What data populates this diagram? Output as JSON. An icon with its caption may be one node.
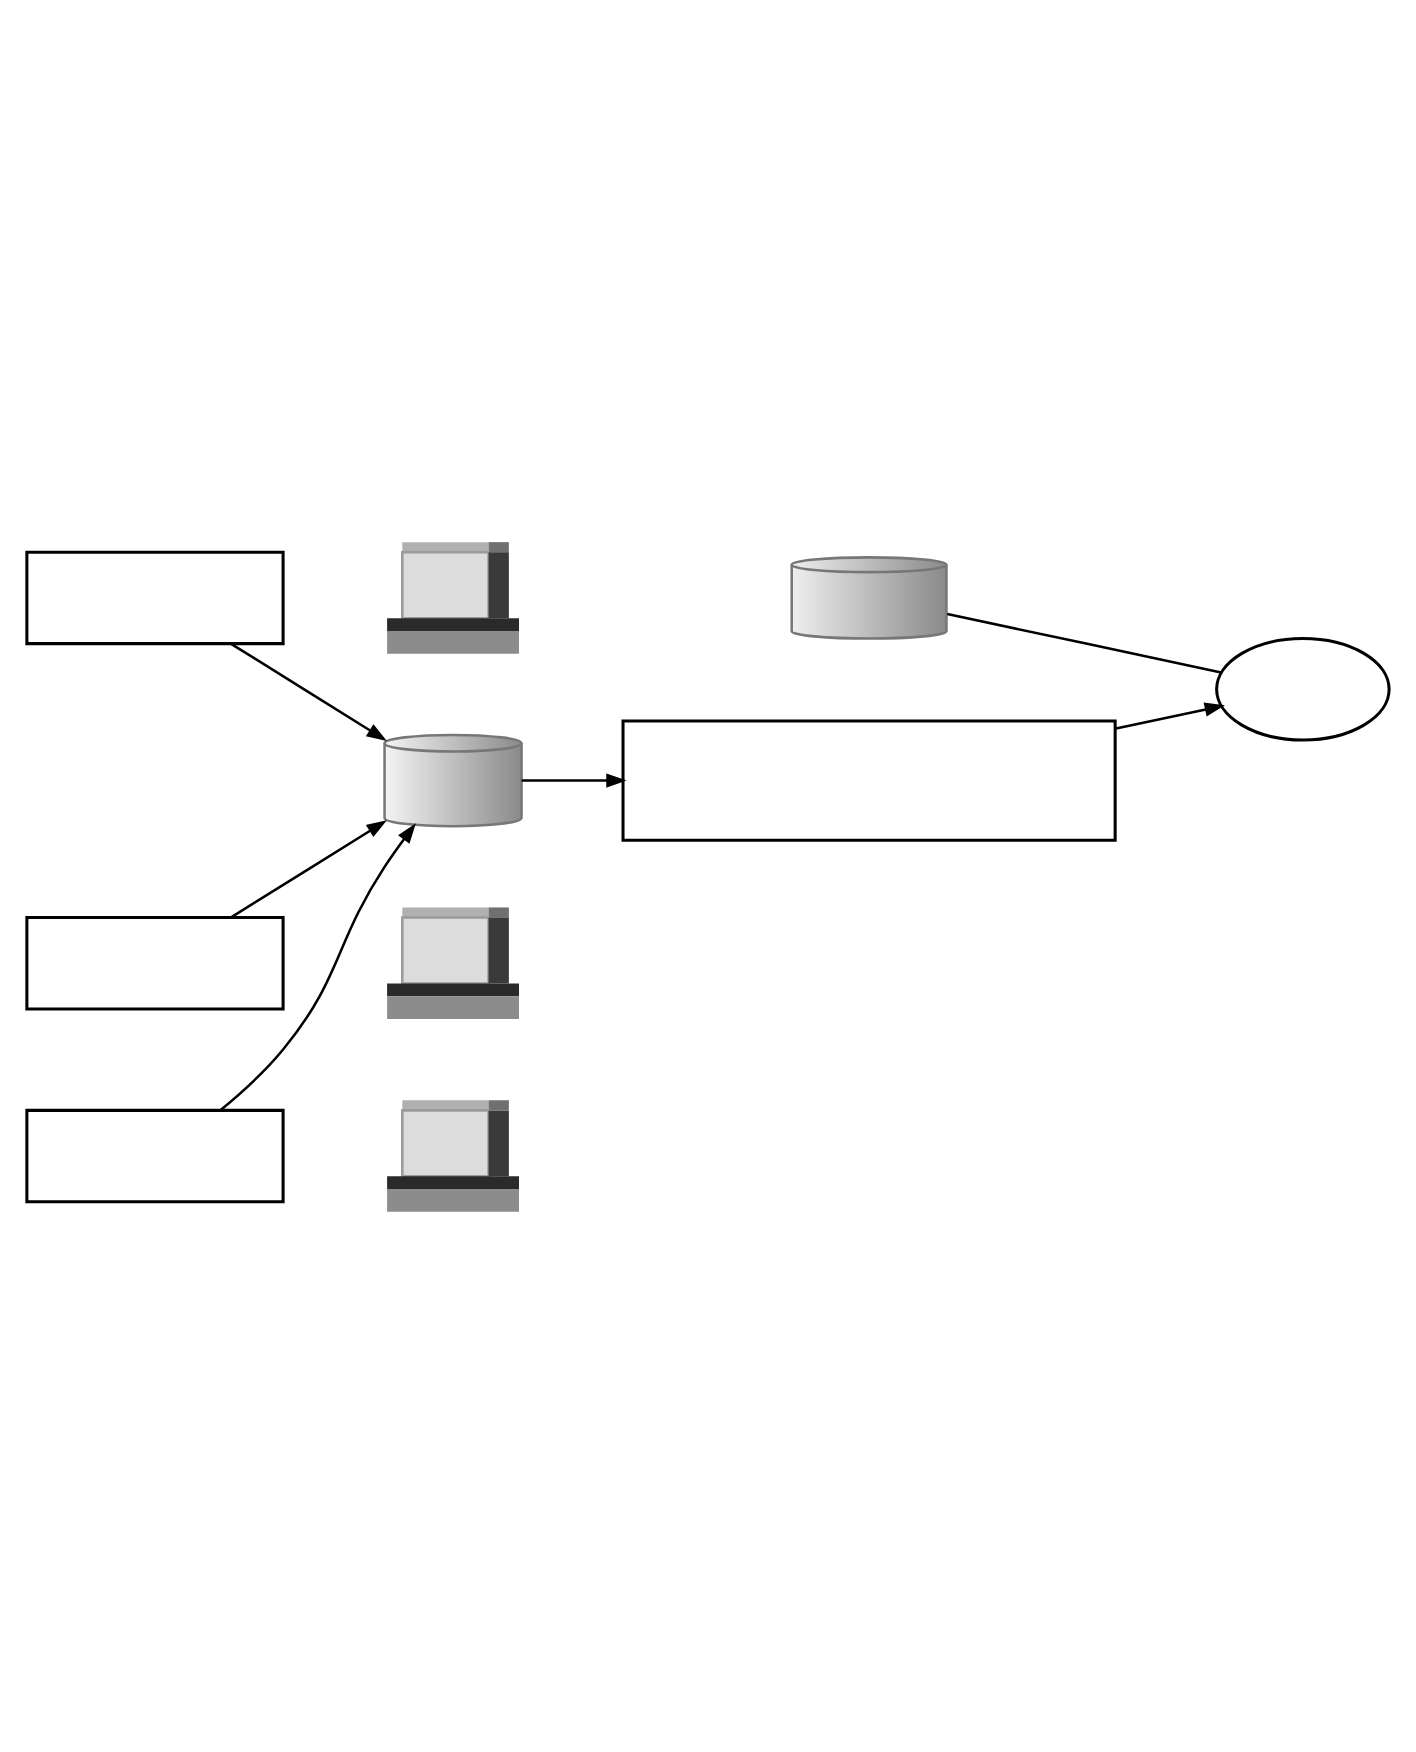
{
  "diagram": {
    "nodes": [
      {
        "text": [],
        "shape": "box"
      },
      {
        "text": [],
        "shape": "picture"
      },
      {
        "text": [],
        "shape": "box"
      },
      {
        "text": [],
        "shape": "picture"
      },
      {
        "text": [],
        "shape": "box"
      },
      {
        "text": [],
        "shape": "picture"
      },
      {
        "text": [],
        "shape": "picture"
      },
      {
        "text": [],
        "shape": "picture"
      },
      {
        "text": [],
        "shape": "cloud"
      },
      {
        "text": [],
        "shape": "box"
      }
    ],
    "edges": [
      {
        "from": 0,
        "to": 6,
        "arrow": "to"
      },
      {
        "from": 2,
        "to": 6,
        "arrow": "to"
      },
      {
        "from": 4,
        "to": 6,
        "arrow": "to"
      },
      {
        "from": 6,
        "to": 9,
        "arrow": "to"
      },
      {
        "from": 9,
        "to": 8,
        "arrow": "to"
      },
      {
        "from": 7,
        "to": 8,
        "arrow": "none"
      }
    ]
  }
}
